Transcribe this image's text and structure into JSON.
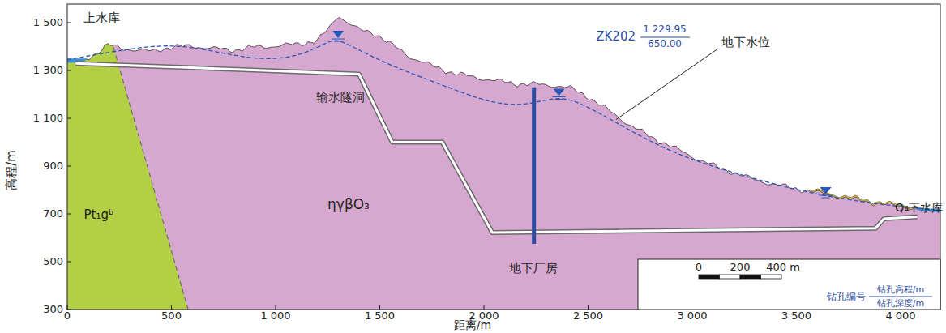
{
  "diagram": {
    "labels": [
      "上水库",
      "输水隧洞",
      "地下水位",
      "ZK202",
      "1 229.95",
      "650.00",
      "ηγβO₃",
      "Pt₁gᵇ",
      "地下厂房",
      "Q₄下水库",
      "高程/m",
      "距离/m",
      "1 500",
      "1 300",
      "1 100",
      "900",
      "700",
      "500",
      "300",
      "0",
      "500",
      "1 000",
      "1 500",
      "2 000",
      "2 500",
      "3 000",
      "3 500",
      "4 000",
      "0",
      "200",
      "400 m",
      "钻孔编号",
      "钻孔高程/m",
      "钻孔深度/m"
    ]
  }
}
